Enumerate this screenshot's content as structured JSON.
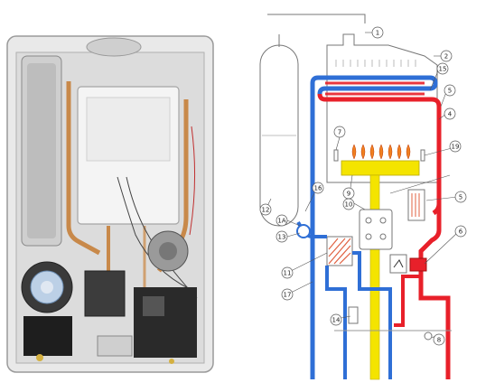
{
  "photo": {
    "description_icon": "boiler-photo",
    "colors": {
      "casing": "#f2f2f2",
      "shadow": "#bdbdbd",
      "dark": "#2a2a2a",
      "copper": "#c8894a",
      "cover": "#d6d6d6"
    }
  },
  "diagram": {
    "colors": {
      "hot": "#e8202a",
      "cold": "#2f6fd6",
      "gas": "#f4e400",
      "outline": "#666666",
      "hatch": "#e06040"
    },
    "labels": {
      "l1": "1",
      "l2": "2",
      "l15": "15",
      "l5a": "5",
      "l4": "4",
      "l7": "7",
      "l19": "19",
      "l9": "9",
      "l10": "10",
      "l5b": "5",
      "l12": "12",
      "l16": "16",
      "l1a": "1A",
      "l13": "13",
      "l11": "11",
      "l17": "17",
      "l6": "6",
      "l14": "14",
      "l8": "8"
    }
  }
}
